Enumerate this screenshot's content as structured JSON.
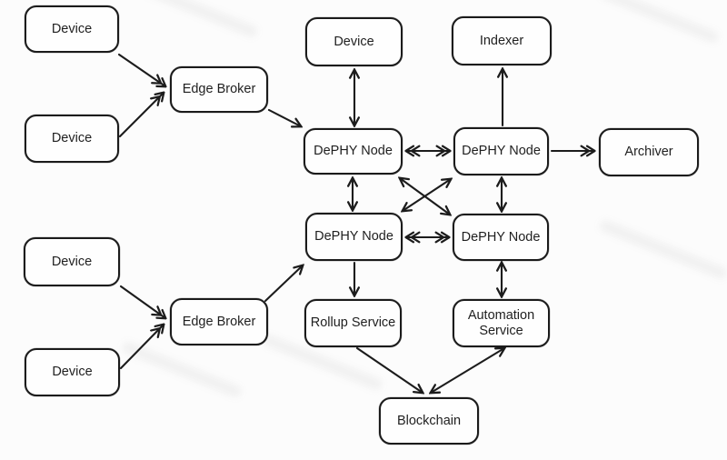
{
  "diagram": {
    "type": "architecture-flowchart",
    "style": "hand-drawn-sketch",
    "colors": {
      "ink": "#1c1c1c",
      "canvas": "#fcfcfc",
      "node_fill": "#fefefe"
    },
    "nodes": [
      {
        "id": "device-1",
        "label": "Device"
      },
      {
        "id": "device-2",
        "label": "Device"
      },
      {
        "id": "edge-broker-1",
        "label": "Edge Broker"
      },
      {
        "id": "device-3",
        "label": "Device"
      },
      {
        "id": "indexer",
        "label": "Indexer"
      },
      {
        "id": "dephy-node-1",
        "label": "DePHY Node"
      },
      {
        "id": "dephy-node-2",
        "label": "DePHY Node"
      },
      {
        "id": "archiver",
        "label": "Archiver"
      },
      {
        "id": "dephy-node-3",
        "label": "DePHY Node"
      },
      {
        "id": "dephy-node-4",
        "label": "DePHY Node"
      },
      {
        "id": "device-4",
        "label": "Device"
      },
      {
        "id": "device-5",
        "label": "Device"
      },
      {
        "id": "edge-broker-2",
        "label": "Edge Broker"
      },
      {
        "id": "rollup-service",
        "label": "Rollup Service"
      },
      {
        "id": "automation-service",
        "label": "Automation Service"
      },
      {
        "id": "blockchain",
        "label": "Blockchain"
      }
    ],
    "edges": [
      {
        "from": "device-1",
        "to": "edge-broker-1",
        "bidirectional": false
      },
      {
        "from": "device-2",
        "to": "edge-broker-1",
        "bidirectional": false
      },
      {
        "from": "edge-broker-1",
        "to": "dephy-node-1",
        "bidirectional": false
      },
      {
        "from": "device-3",
        "to": "dephy-node-1",
        "bidirectional": true
      },
      {
        "from": "dephy-node-2",
        "to": "indexer",
        "bidirectional": false
      },
      {
        "from": "dephy-node-1",
        "to": "dephy-node-2",
        "bidirectional": true
      },
      {
        "from": "dephy-node-2",
        "to": "archiver",
        "bidirectional": false
      },
      {
        "from": "dephy-node-1",
        "to": "dephy-node-3",
        "bidirectional": true
      },
      {
        "from": "dephy-node-2",
        "to": "dephy-node-4",
        "bidirectional": true
      },
      {
        "from": "dephy-node-1",
        "to": "dephy-node-4",
        "bidirectional": true
      },
      {
        "from": "dephy-node-2",
        "to": "dephy-node-3",
        "bidirectional": true
      },
      {
        "from": "dephy-node-3",
        "to": "dephy-node-4",
        "bidirectional": true
      },
      {
        "from": "device-4",
        "to": "edge-broker-2",
        "bidirectional": false
      },
      {
        "from": "device-5",
        "to": "edge-broker-2",
        "bidirectional": false
      },
      {
        "from": "edge-broker-2",
        "to": "dephy-node-3",
        "bidirectional": false
      },
      {
        "from": "dephy-node-3",
        "to": "rollup-service",
        "bidirectional": false
      },
      {
        "from": "dephy-node-4",
        "to": "automation-service",
        "bidirectional": true
      },
      {
        "from": "rollup-service",
        "to": "blockchain",
        "bidirectional": false
      },
      {
        "from": "automation-service",
        "to": "blockchain",
        "bidirectional": true
      }
    ]
  }
}
